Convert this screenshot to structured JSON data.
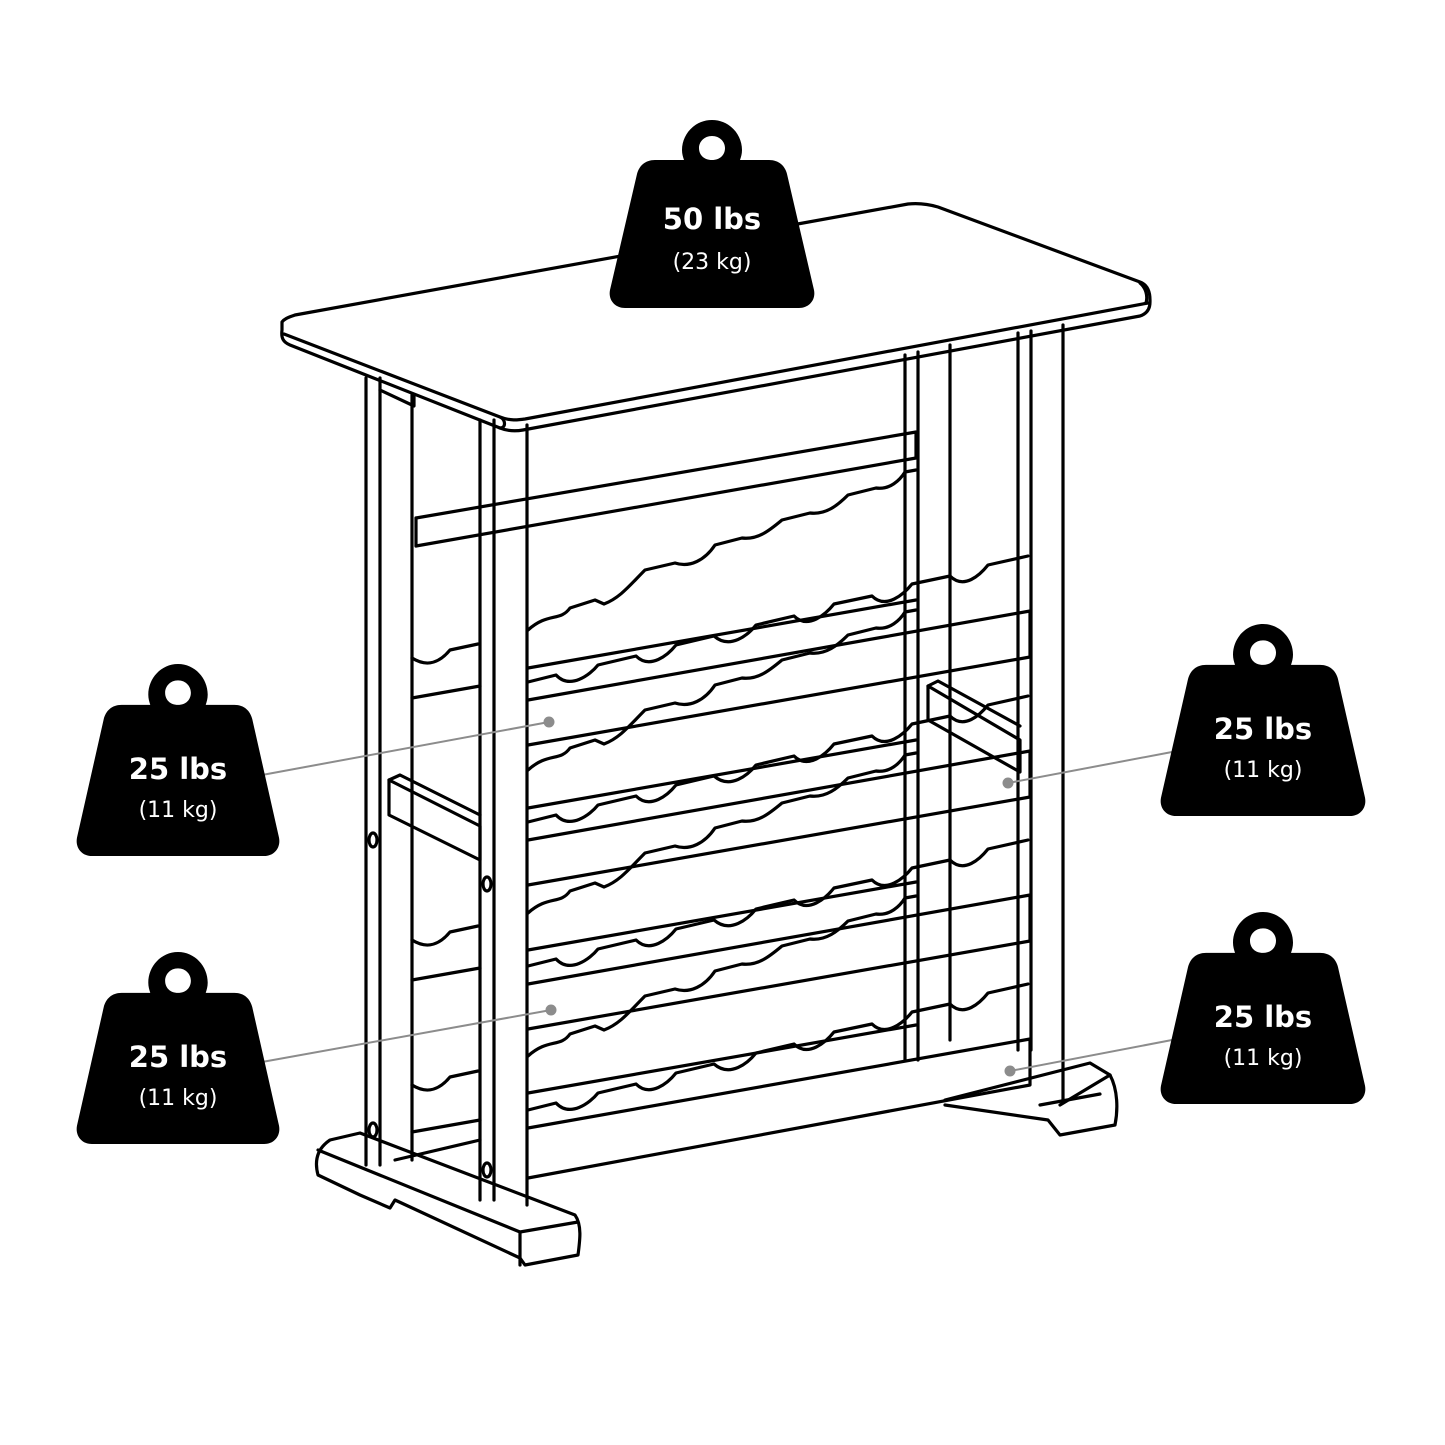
{
  "figure": {
    "subject": "Wine rack table with top surface and 4 bottle shelves",
    "line_color": "#000000",
    "callout_color": "#8c8c8c",
    "weight_fill": "#000000",
    "weight_text_color": "#ffffff"
  },
  "weights": {
    "top": {
      "lbs": "50 lbs",
      "kg": "(23 kg)",
      "target": "table-top"
    },
    "shelf_left_upper": {
      "lbs": "25 lbs",
      "kg": "(11 kg)",
      "target": "shelf-2"
    },
    "shelf_right_upper": {
      "lbs": "25 lbs",
      "kg": "(11 kg)",
      "target": "shelf-2"
    },
    "shelf_left_lower": {
      "lbs": "25 lbs",
      "kg": "(11 kg)",
      "target": "shelf-4"
    },
    "shelf_right_lower": {
      "lbs": "25 lbs",
      "kg": "(11 kg)",
      "target": "shelf-4"
    }
  }
}
